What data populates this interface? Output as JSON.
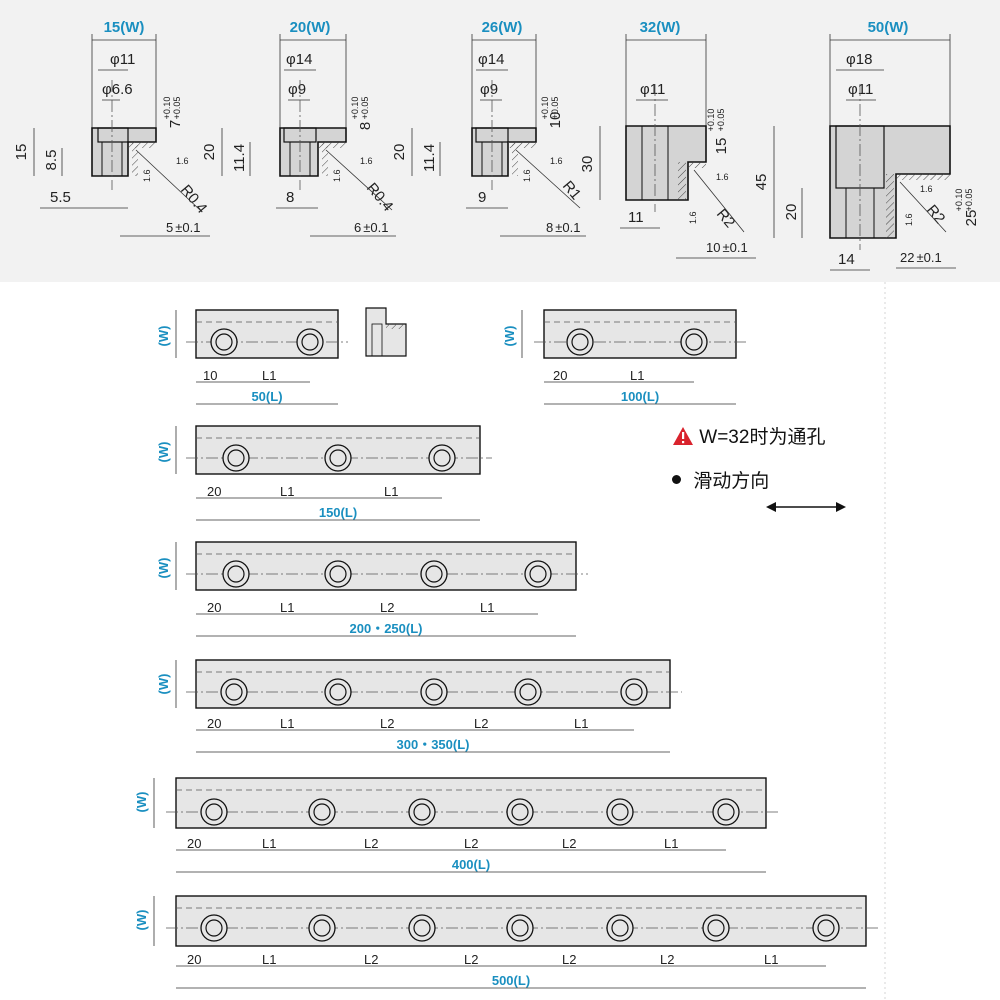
{
  "unit_symbol": "(W)",
  "len_symbol": "(L)",
  "sections": [
    {
      "w": "15",
      "phi_outer": "φ11",
      "phi_inner": "φ6.6",
      "height": "15",
      "hole_depth": "8.5",
      "step": "7",
      "tol_upper": "+0.10",
      "tol_lower": "+0.05",
      "left_dim": "5.5",
      "radius": "R0.4",
      "gap": "5",
      "gap_tol": "±0.1",
      "rough": "1.6"
    },
    {
      "w": "20",
      "phi_outer": "φ14",
      "phi_inner": "φ9",
      "height": "20",
      "hole_depth": "11.4",
      "step": "8",
      "tol_upper": "+0.10",
      "tol_lower": "+0.05",
      "left_dim": "8",
      "radius": "R0.4",
      "gap": "6",
      "gap_tol": "±0.1",
      "rough": "1.6"
    },
    {
      "w": "26",
      "phi_outer": "φ14",
      "phi_inner": "φ9",
      "height": "20",
      "hole_depth": "11.4",
      "step": "10",
      "tol_upper": "+0.10",
      "tol_lower": "+0.05",
      "left_dim": "9",
      "radius": "R1",
      "gap": "8",
      "gap_tol": "±0.1",
      "rough": "1.6"
    },
    {
      "w": "32",
      "phi_outer": "φ11",
      "height": "30",
      "step": "15",
      "tol_upper": "+0.10",
      "tol_lower": "+0.05",
      "left_dim": "11",
      "radius": "R2",
      "gap": "10",
      "gap_tol": "±0.1",
      "rough": "1.6"
    },
    {
      "w": "50",
      "phi_outer": "φ18",
      "phi_inner": "φ11",
      "height": "45",
      "hole_depth": "20",
      "step": "25",
      "tol_upper": "+0.10",
      "tol_lower": "+0.05",
      "left_dim": "14",
      "radius": "R2",
      "gap": "22",
      "gap_tol": "±0.1",
      "rough": "1.6"
    }
  ],
  "bars": [
    {
      "length": "50",
      "first": "10",
      "spans": [
        "L1"
      ]
    },
    {
      "length": "100",
      "first": "20",
      "spans": [
        "L1"
      ]
    },
    {
      "length": "150",
      "first": "20",
      "spans": [
        "L1",
        "L1"
      ]
    },
    {
      "length": "200・250",
      "first": "20",
      "spans": [
        "L1",
        "L2",
        "L1"
      ]
    },
    {
      "length": "300・350",
      "first": "20",
      "spans": [
        "L1",
        "L2",
        "L2",
        "L1"
      ]
    },
    {
      "length": "400",
      "first": "20",
      "spans": [
        "L1",
        "L2",
        "L2",
        "L2",
        "L1"
      ]
    },
    {
      "length": "500",
      "first": "20",
      "spans": [
        "L1",
        "L2",
        "L2",
        "L2",
        "L2",
        "L1"
      ]
    }
  ],
  "notes": {
    "warning": "W=32时为通孔",
    "direction": "滑动方向",
    "warning_color": "#d9232d"
  }
}
